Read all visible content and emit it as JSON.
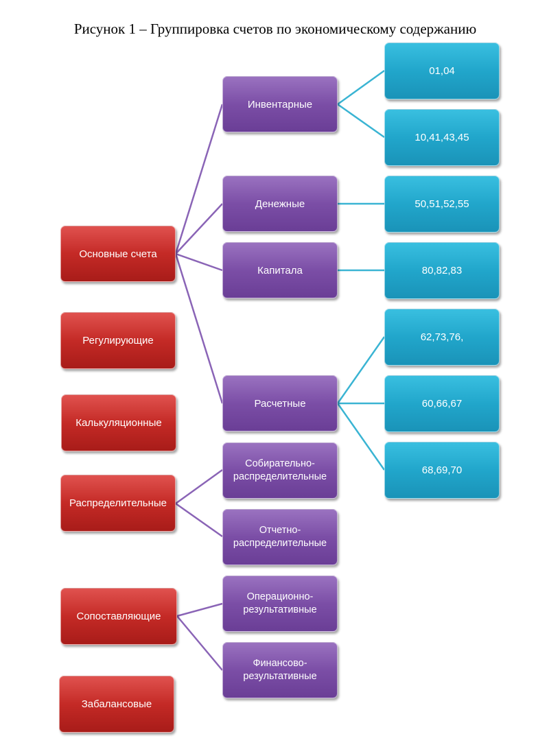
{
  "title": "Рисунок 1 – Группировка счетов по экономическому содержанию",
  "colors": {
    "level1": "#c42a26",
    "level2": "#7b4ea6",
    "level3": "#21a6cb"
  },
  "level1": {
    "osnovnye": "Основные счета",
    "reguliruyushchie": "Регулирующие",
    "kalkulyatsionnye": "Калькуляционные",
    "raspredelitelnye": "Распределительные",
    "sopostavlyayushchie": "Сопоставляющие",
    "zabalansovye": "Забалансовые"
  },
  "level2": {
    "inventarnye": "Инвентарные",
    "denezhnye": "Денежные",
    "kapitala": "Капитала",
    "raschetnye": "Расчетные",
    "sobiratelno": "Собирательно-распределительные",
    "otchetno": "Отчетно-распределительные",
    "operatsionno": "Операционно-результативные",
    "finansovo": "Финансово-результативные"
  },
  "level3": {
    "inv1": "01,04",
    "inv2": "10,41,43,45",
    "den": "50,51,52,55",
    "kap": "80,82,83",
    "ras1": "62,73,76,",
    "ras2": "60,66,67",
    "ras3": "68,69,70"
  }
}
